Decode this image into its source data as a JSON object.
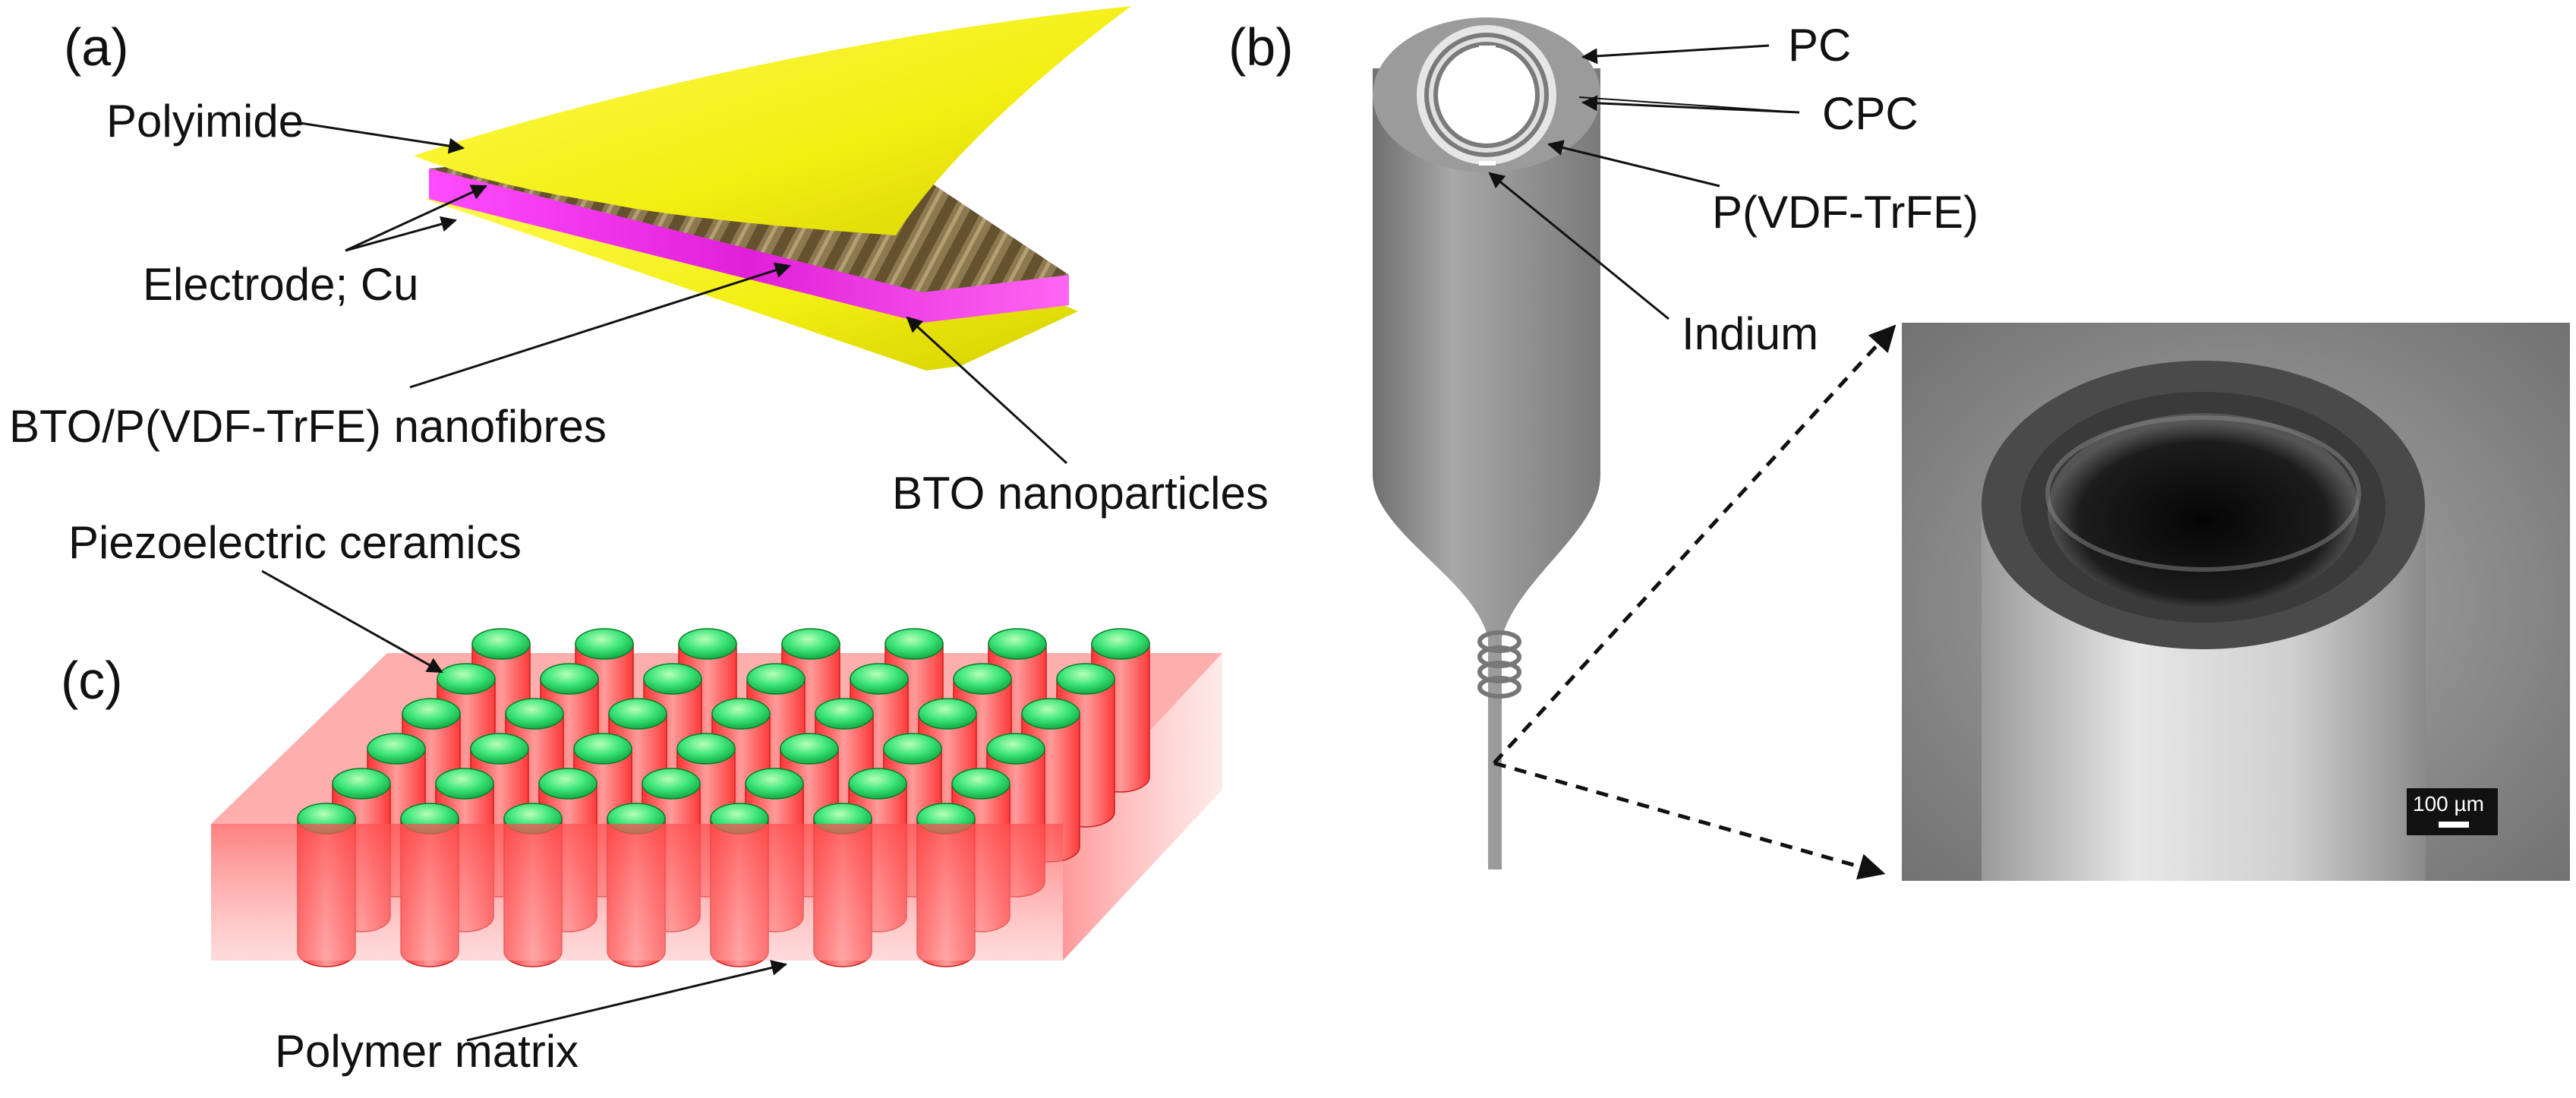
{
  "panels": {
    "a": {
      "panel_label": "(a)",
      "labels": {
        "polyimide": "Polyimide",
        "electrode": "Electrode; Cu",
        "nanofibres": "BTO/P(VDF-TrFE) nanofibres",
        "nanoparticles": "BTO nanoparticles"
      },
      "colors": {
        "polyimide": "#f6f21a",
        "electrode": "#ee33e6",
        "fibres": "#8a7346"
      }
    },
    "b": {
      "panel_label": "(b)",
      "labels": {
        "pc": "PC",
        "cpc": "CPC",
        "pvdf": "P(VDF-TrFE)",
        "indium": "Indium"
      },
      "scale_bar": "100 µm",
      "colors": {
        "fiber": "#8e8e8e",
        "sem_bg": "#8f8f8f"
      }
    },
    "c": {
      "panel_label": "(c)",
      "labels": {
        "ceramics": "Piezoelectric ceramics",
        "matrix": "Polymer matrix"
      },
      "colors": {
        "matrix": "#ff5a5a",
        "pillar_top": "#27d66e"
      }
    }
  }
}
